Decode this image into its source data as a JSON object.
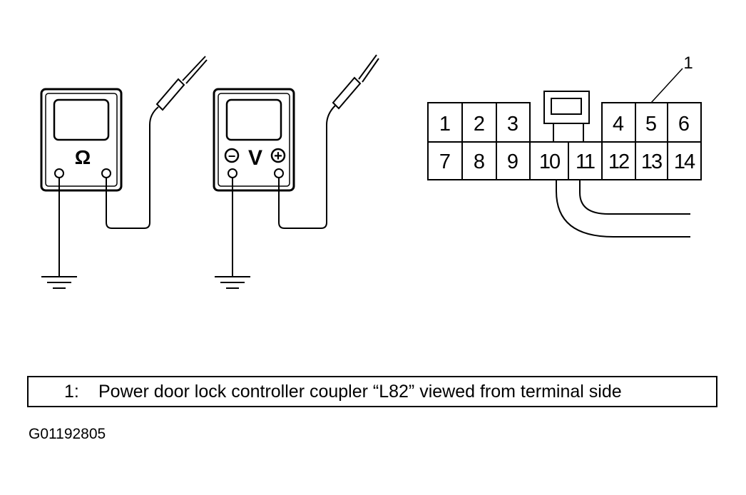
{
  "ohmmeter": {
    "symbol": "Ω"
  },
  "voltmeter": {
    "symbol": "V",
    "minus_symbol": "−",
    "plus_symbol": "+"
  },
  "connector": {
    "callout": "1",
    "top_row": [
      "1",
      "2",
      "3",
      "4",
      "5",
      "6"
    ],
    "bottom_row": [
      "7",
      "8",
      "9",
      "10",
      "11",
      "12",
      "13",
      "14"
    ]
  },
  "caption": {
    "number": "1:",
    "text": "Power door lock controller coupler “L82” viewed from terminal side"
  },
  "figure_id": "G01192805"
}
